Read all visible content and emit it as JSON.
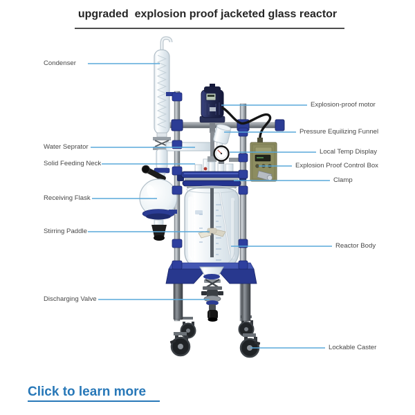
{
  "page": {
    "title": "upgraded  explosion proof jacketed glass reactor"
  },
  "link": {
    "text": "Click to learn more"
  },
  "colors": {
    "leader_line": "#58a8da",
    "label_text": "#474747",
    "title_text": "#262626",
    "link_blue": "#2878b8",
    "frame_blue": "#2b3c94",
    "motor_navy": "#22284e",
    "control_box_olive": "#8d8d60"
  },
  "labels": {
    "left": [
      {
        "id": "condenser",
        "text": "Condenser"
      },
      {
        "id": "water-seprator",
        "text": "Water Seprator"
      },
      {
        "id": "solid-feeding-neck",
        "text": "Solid Feeding Neck"
      },
      {
        "id": "receiving-flask",
        "text": "Receiving Flask"
      },
      {
        "id": "stirring-paddle",
        "text": "Stirring Paddle"
      },
      {
        "id": "discharging-valve",
        "text": "Discharging Valve"
      }
    ],
    "right": [
      {
        "id": "explosion-proof-motor",
        "text": "Explosion-proof motor"
      },
      {
        "id": "pressure-equilizing-funnel",
        "text": "Pressure Equilizing Funnel"
      },
      {
        "id": "local-temp-display",
        "text": "Local Temp Display"
      },
      {
        "id": "explosion-proof-control-box",
        "text": "Explosion Proof Control Box"
      },
      {
        "id": "clamp",
        "text": "Clamp"
      },
      {
        "id": "reactor-body",
        "text": "Reactor Body"
      },
      {
        "id": "lockable-caster",
        "text": "Lockable Caster"
      }
    ]
  }
}
